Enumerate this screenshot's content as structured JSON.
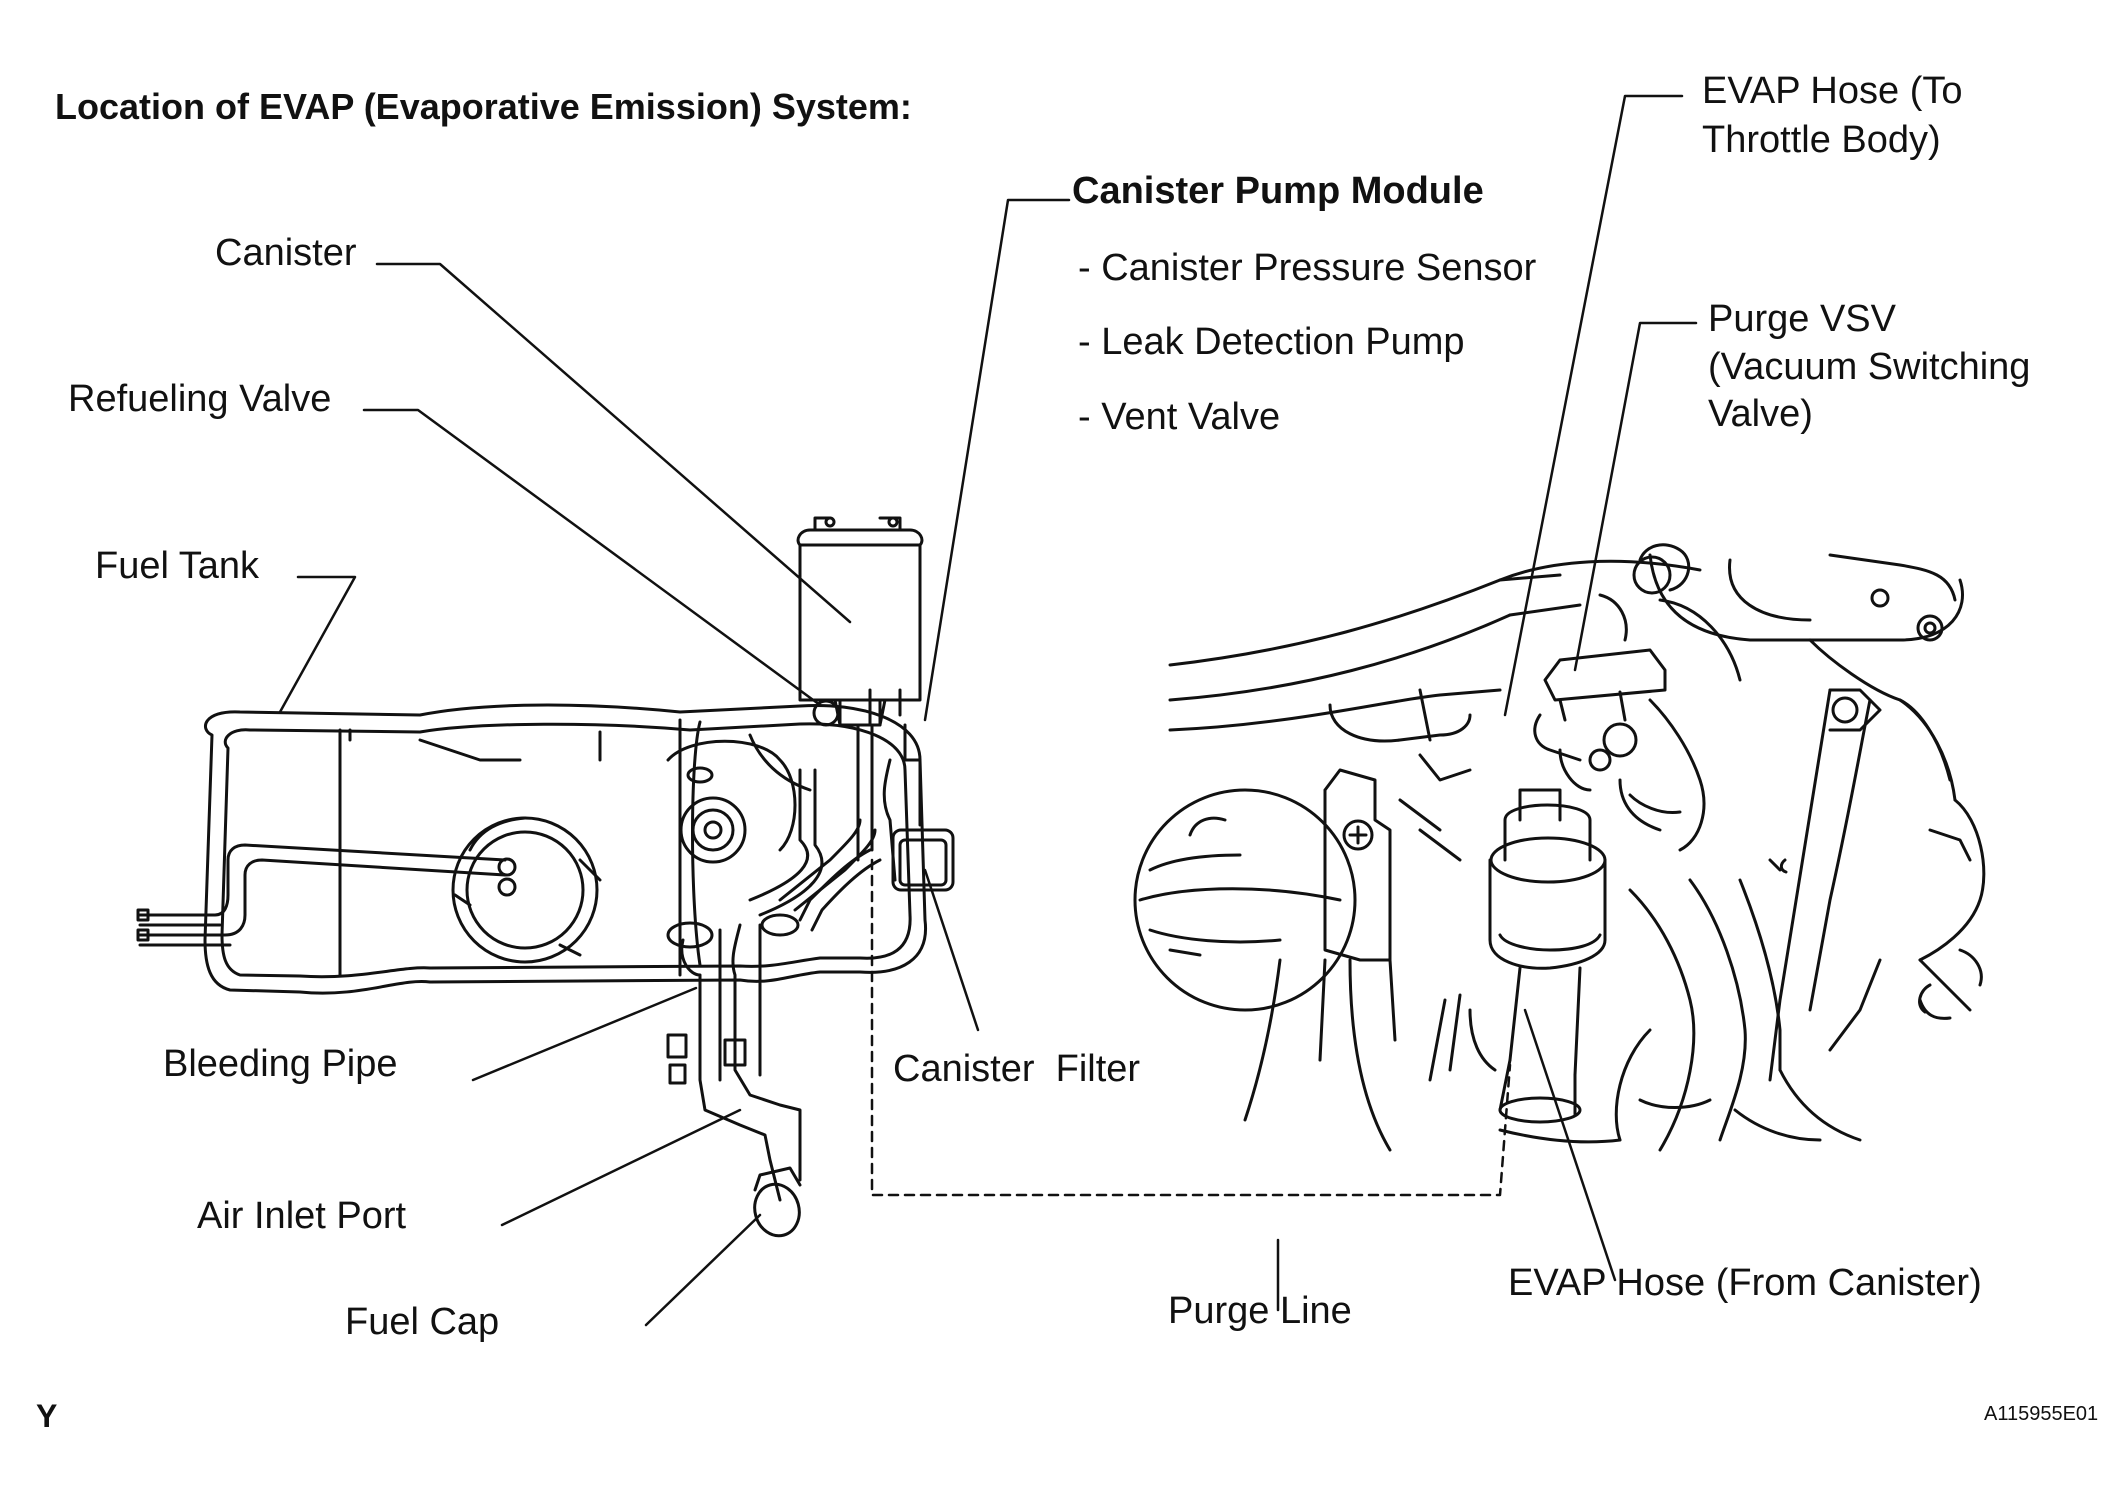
{
  "title": "Location of EVAP (Evaporative Emission) System:",
  "labels": {
    "canister": "Canister",
    "refueling_valve": "Refueling Valve",
    "fuel_tank": "Fuel Tank",
    "bleeding_pipe": "Bleeding Pipe",
    "air_inlet_port": "Air Inlet Port",
    "fuel_cap": "Fuel Cap",
    "canister_filter": "Canister  Filter",
    "purge_line": "Purge Line",
    "canister_pump_module": "Canister Pump Module",
    "pump_items": [
      "- Canister Pressure Sensor",
      "- Leak Detection Pump",
      "- Vent Valve"
    ],
    "evap_hose_to_tb_1": "EVAP Hose (To",
    "evap_hose_to_tb_2": "Throttle Body)",
    "purge_vsv_1": "Purge VSV",
    "purge_vsv_2": "(Vacuum Switching",
    "purge_vsv_3": "Valve)",
    "evap_hose_from_canister": "EVAP Hose (From Canister)"
  },
  "corner_mark": "Y",
  "figure_id": "A115955E01"
}
